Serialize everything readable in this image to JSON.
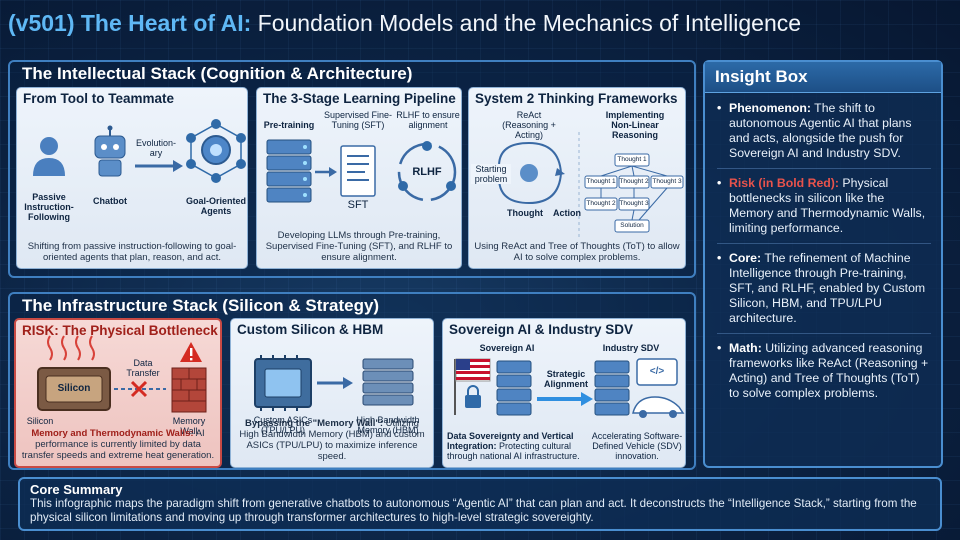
{
  "title": {
    "prefix": "(v501) The Heart of AI:",
    "rest": " Foundation Models and the Mechanics of Intelligence"
  },
  "intellectual_stack": {
    "heading": "The Intellectual Stack (Cognition & Architecture)",
    "panels": [
      {
        "title": "From Tool to Teammate",
        "labels": {
          "passive": "Passive Instruction-Following",
          "chatbot": "Chatbot",
          "evolution": "Evolution-ary",
          "agents": "Goal-Oriented Agents"
        },
        "caption": "Shifting from passive instruction-following to goal-oriented agents that plan, reason, and act."
      },
      {
        "title": "The 3-Stage Learning Pipeline",
        "labels": {
          "pretraining": "Pre-training",
          "sft_top": "Supervised Fine-Tuning (SFT)",
          "sft": "SFT",
          "rlhf_top": "RLHF to ensure alignment",
          "rlhf": "RLHF"
        },
        "caption": "Developing LLMs through Pre-training, Supervised Fine-Tuning (SFT), and RLHF to ensure alignment."
      },
      {
        "title": "System 2 Thinking Frameworks",
        "labels": {
          "react": "ReAct (Reasoning + Acting)",
          "nonlinear": "Implementing Non-Linear Reasoning",
          "starting": "Starting problem",
          "thought": "Thought",
          "action": "Action",
          "t1": "Thought 1",
          "t2": "Thought 2",
          "t3": "Thought 3",
          "solution": "Solution"
        },
        "caption": "Using ReAct and Tree of Thoughts (ToT) to allow AI to solve complex problems."
      }
    ]
  },
  "infrastructure_stack": {
    "heading": "The Infrastructure Stack (Silicon & Strategy)",
    "panels": [
      {
        "title": "RISK: The Physical Bottleneck",
        "labels": {
          "silicon_chip": "Silicon",
          "silicon": "Silicon",
          "data_transfer": "Data Transfer",
          "memory_wall": "Memory Wall"
        },
        "caption_bold": "Memory and Thermodynamic Walls:",
        "caption_rest": " AI performance is currently limited by data transfer speeds and extreme heat generation."
      },
      {
        "title": "Custom Silicon & HBM",
        "labels": {
          "asics": "Custom ASICs (TPU/LPU)",
          "hbm": "High Bandwidth Memory (HBM)"
        },
        "caption_bold": "Bypassing the \"Memory Wall\":",
        "caption_rest": " Utilizing High Bandwidth Memory (HBM) and custom ASICs (TPU/LPU) to maximize inference speed."
      },
      {
        "title": "Sovereign AI & Industry SDV",
        "labels": {
          "sovereign": "Sovereign AI",
          "industry": "Industry SDV",
          "alignment": "Strategic Alignment",
          "code": "</>"
        },
        "caption_left_bold": "Data Sovereignty and Vertical Integration:",
        "caption_left_rest": " Protecting cultural through national AI infrastructure.",
        "caption_right": "Accelerating Software-Defined Vehicle (SDV) innovation."
      }
    ]
  },
  "insight_box": {
    "title": "Insight Box",
    "items": [
      {
        "label": "Phenomenon:",
        "text": " The shift to autonomous Agentic AI that plans and acts, alongside the push for Sovereign AI and Industry SDV."
      },
      {
        "label": "Risk (in Bold Red):",
        "text": " Physical bottlenecks in silicon like the Memory and Thermodynamic Walls, limiting performance."
      },
      {
        "label": "Core:",
        "text": " The refinement of Machine Intelligence through Pre-training, SFT, and RLHF, enabled by Custom Silicon, HBM, and TPU/LPU architecture."
      },
      {
        "label": "Math:",
        "text": " Utilizing advanced reasoning frameworks like ReAct (Reasoning + Acting) and Tree of Thoughts (ToT) to solve complex problems."
      }
    ]
  },
  "core_summary": {
    "title": "Core Summary",
    "text": "This infographic maps the paradigm shift from generative chatbots to autonomous “Agentic AI” that can plan and act. It deconstructs the “Intelligence Stack,” starting from the physical silicon limitations and moving up through transformer architectures to high-level strategic sovereighty."
  },
  "colors": {
    "accent": "#5fb8f5",
    "risk": "#c84a44",
    "frame": "#3f7fc0"
  }
}
